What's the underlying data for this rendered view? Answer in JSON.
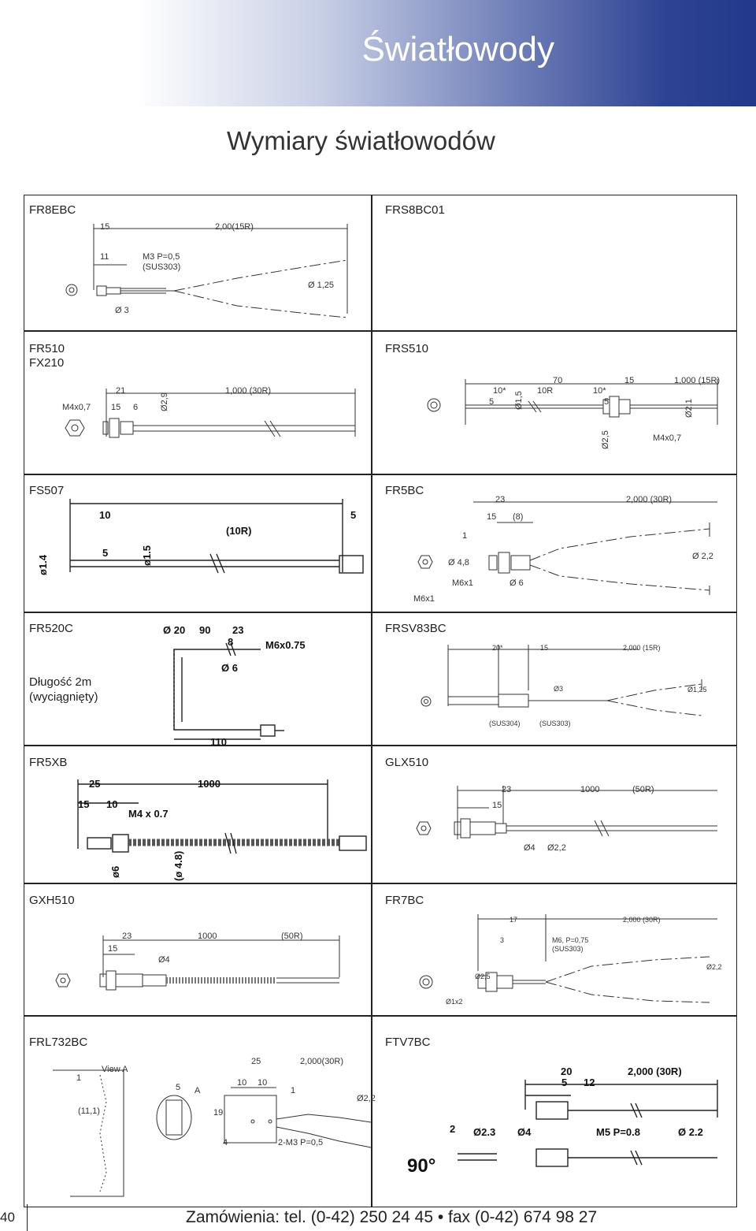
{
  "header": {
    "title": "Światłowody",
    "subtitle": "Wymiary światłowodów"
  },
  "cells": {
    "fr8ebc": {
      "title": "FR8EBC",
      "dims": [
        "15",
        "2,00(15R)",
        "11",
        "M3 P=0,5",
        "(SUS303)",
        "Ø 1,25",
        "Ø 3"
      ]
    },
    "frs8bc01": {
      "title": "FRS8BC01"
    },
    "fr510": {
      "title": "FR510",
      "title2": "FX210",
      "dims": [
        "21",
        "1,000 (30R)",
        "M4x0,7",
        "15",
        "6",
        "Ø2,9"
      ]
    },
    "frs510": {
      "title": "FRS510",
      "dims": [
        "70",
        "15",
        "1,000 (15R)",
        "10*",
        "10R",
        "10*",
        "5",
        "Ø1,5",
        "5",
        "Ø2,1",
        "Ø2,5",
        "M4x0,7"
      ]
    },
    "fs507": {
      "title": "FS507",
      "dims": [
        "10",
        "5",
        "(10R)",
        "ø1.5",
        "5",
        "ø1.4"
      ]
    },
    "fr5bc": {
      "title": "FR5BC",
      "dims": [
        "23",
        "2,000 (30R)",
        "15",
        "(8)",
        "1",
        "Ø 4,8",
        "Ø 2,2",
        "M6x1",
        "Ø 6",
        "M6x1"
      ]
    },
    "fr520c": {
      "title": "FR520C",
      "note1": "Długość 2m",
      "note2": "(wyciągnięty)",
      "dims": [
        "Ø 20",
        "90",
        "23",
        "8",
        "M6x0.75",
        "Ø 6",
        "110"
      ]
    },
    "frsv83bc": {
      "title": "FRSV83BC",
      "dims": [
        "20*",
        "15",
        "2,000 (15R)",
        "Ø3",
        "Ø1,25",
        "(SUS304)",
        "(SUS303)"
      ]
    },
    "fr5xb": {
      "title": "FR5XB",
      "dims": [
        "25",
        "1000",
        "15",
        "10",
        "M4 x 0.7",
        "ø6",
        "(ø 4.8)"
      ]
    },
    "glx510": {
      "title": "GLX510",
      "dims": [
        "23",
        "1000",
        "(50R)",
        "15",
        "Ø4",
        "Ø2,2"
      ]
    },
    "gxh510": {
      "title": "GXH510",
      "dims": [
        "23",
        "1000",
        "(50R)",
        "15",
        "Ø4"
      ]
    },
    "fr7bc": {
      "title": "FR7BC",
      "dims": [
        "17",
        "2,000 (30R)",
        "3",
        "M6, P=0,75",
        "(SUS303)",
        "Ø2,2",
        "Ø2,5",
        "Ø1x2"
      ]
    },
    "frl732bc": {
      "title": "FRL732BC",
      "dims": [
        "View A",
        "1",
        "(11,1)",
        "5",
        "A",
        "19",
        "25",
        "2,000(30R)",
        "10",
        "10",
        "1",
        "Ø2,2",
        "4",
        "2-M3 P=0,5"
      ]
    },
    "ftv7bc": {
      "title": "FTV7BC",
      "dims": [
        "20",
        "2,000 (30R)",
        "5",
        "12",
        "2",
        "Ø2.3",
        "Ø4",
        "M5 P=0.8",
        "Ø 2.2",
        "90°"
      ]
    }
  },
  "footer": {
    "page_number": "40",
    "contact": "Zamówienia: tel. (0-42) 250 24 45 • fax (0-42) 674 98 27"
  }
}
